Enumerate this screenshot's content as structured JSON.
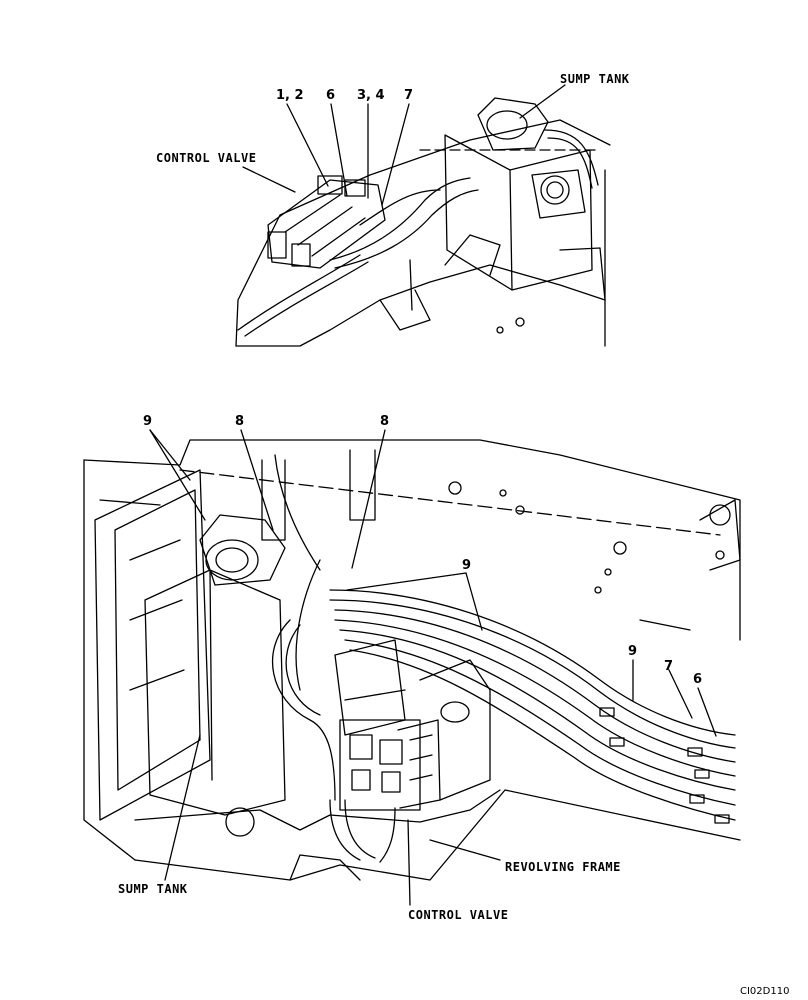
{
  "top_view": {
    "callouts": {
      "item_1_2": "1, 2",
      "item_6": "6",
      "item_3_4": "3, 4",
      "item_7": "7"
    },
    "labels": {
      "control_valve": "CONTROL VALVE",
      "sump_tank": "SUMP TANK"
    }
  },
  "bottom_view": {
    "callouts": {
      "item_9_left": "9",
      "item_8_left": "8",
      "item_8_right": "8",
      "item_9_center": "9",
      "item_9_right": "9",
      "item_7": "7",
      "item_6": "6"
    },
    "labels": {
      "sump_tank": "SUMP TANK",
      "revolving_frame": "REVOLVING FRAME",
      "control_valve": "CONTROL VALVE"
    }
  },
  "figure_code": "CI02D110"
}
